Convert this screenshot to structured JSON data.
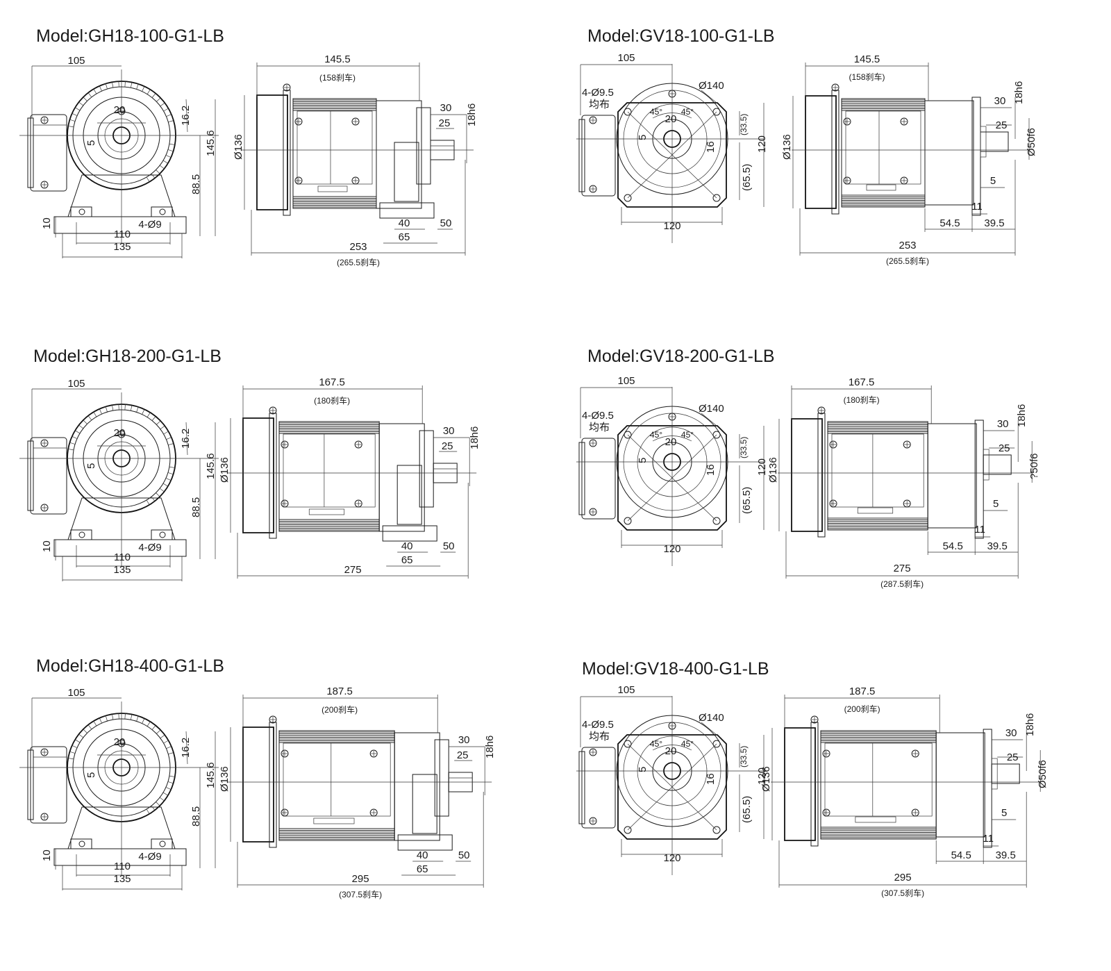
{
  "panels": [
    {
      "id": "p1",
      "type": "GH",
      "title": "Model:GH18-100-G1-LB",
      "front": {
        "d105": "105",
        "d20": "20",
        "d5": "5",
        "d16_2": "16.2",
        "d145_6": "145.6",
        "d88_5": "88.5",
        "d10": "10",
        "hole": "4-Ø9",
        "d110": "110",
        "d135": "135"
      },
      "side": {
        "length": "145.5",
        "length_brake": "(158刹车)",
        "dia": "Ø136",
        "d30": "30",
        "d25": "25",
        "shaft": "18h6",
        "d40": "40",
        "d50": "50",
        "d65": "65",
        "total": "253",
        "total_brake": "(265.5刹车)"
      }
    },
    {
      "id": "p2",
      "type": "GV",
      "title": "Model:GV18-100-G1-LB",
      "front": {
        "d105": "105",
        "hole": "4-Ø9.5",
        "uniform": "均布",
        "pcd": "Ø140",
        "a1": "45°",
        "a2": "45°",
        "d20": "20",
        "d5": "5",
        "d16": "16",
        "d33_5": "(33.5)",
        "d65_5": "(65.5)",
        "d120v": "120",
        "d120h": "120"
      },
      "side": {
        "length": "145.5",
        "length_brake": "(158刹车)",
        "dia": "Ø136",
        "d30": "30",
        "shaft": "18h6",
        "d25": "25",
        "flange": "Ø50f6",
        "d5": "5",
        "d11": "11",
        "d54_5": "54.5",
        "d39_5": "39.5",
        "total": "253",
        "total_brake": "(265.5刹车)"
      }
    },
    {
      "id": "p3",
      "type": "GH",
      "title": "Model:GH18-200-G1-LB",
      "front": {
        "d105": "105",
        "d20": "20",
        "d5": "5",
        "d16_2": "16.2",
        "d145_6": "145.6",
        "d88_5": "88.5",
        "d10": "10",
        "hole": "4-Ø9",
        "d110": "110",
        "d135": "135"
      },
      "side": {
        "length": "167.5",
        "length_brake": "(180刹车)",
        "dia": "Ø136",
        "d30": "30",
        "d25": "25",
        "shaft": "18h6",
        "d40": "40",
        "d50": "50",
        "d65": "65",
        "total": "275",
        "total_brake": ""
      }
    },
    {
      "id": "p4",
      "type": "GV",
      "title": "Model:GV18-200-G1-LB",
      "front": {
        "d105": "105",
        "hole": "4-Ø9.5",
        "uniform": "均布",
        "pcd": "Ø140",
        "a1": "45°",
        "a2": "45°",
        "d20": "20",
        "d5": "5",
        "d16": "16",
        "d33_5": "(33.5)",
        "d65_5": "(65.5)",
        "d120v": "120",
        "d120h": "120"
      },
      "side": {
        "length": "167.5",
        "length_brake": "(180刹车)",
        "dia": "Ø136",
        "d30": "30",
        "shaft": "18h6",
        "d25": "25",
        "flange": "?50f6",
        "d5": "5",
        "d11": "11",
        "d54_5": "54.5",
        "d39_5": "39.5",
        "total": "275",
        "total_brake": "(287.5刹车)"
      }
    },
    {
      "id": "p5",
      "type": "GH",
      "title": "Model:GH18-400-G1-LB",
      "front": {
        "d105": "105",
        "d20": "20",
        "d5": "5",
        "d16_2": "16.2",
        "d145_6": "145.6",
        "d88_5": "88.5",
        "d10": "10",
        "hole": "4-Ø9",
        "d110": "110",
        "d135": "135"
      },
      "side": {
        "length": "187.5",
        "length_brake": "(200刹车)",
        "dia": "Ø136",
        "d30": "30",
        "d25": "25",
        "shaft": "18h6",
        "d40": "40",
        "d50": "50",
        "d65": "65",
        "total": "295",
        "total_brake": "(307.5刹车)"
      }
    },
    {
      "id": "p6",
      "type": "GV",
      "title": "Model:GV18-400-G1-LB",
      "front": {
        "d105": "105",
        "hole": "4-Ø9.5",
        "uniform": "均布",
        "pcd": "Ø140",
        "a1": "45°",
        "a2": "45°",
        "d20": "20",
        "d5": "5",
        "d16": "16",
        "d33_5": "(33.5)",
        "d65_5": "(65.5)",
        "d120v": "120",
        "d120h": "120"
      },
      "side": {
        "length": "187.5",
        "length_brake": "(200刹车)",
        "dia": "Ø136",
        "d30": "30",
        "shaft": "18h6",
        "d25": "25",
        "flange": "Ø50f6",
        "d5": "5",
        "d11": "11",
        "d54_5": "54.5",
        "d39_5": "39.5",
        "total": "295",
        "total_brake": "(307.5刹车)"
      }
    }
  ]
}
